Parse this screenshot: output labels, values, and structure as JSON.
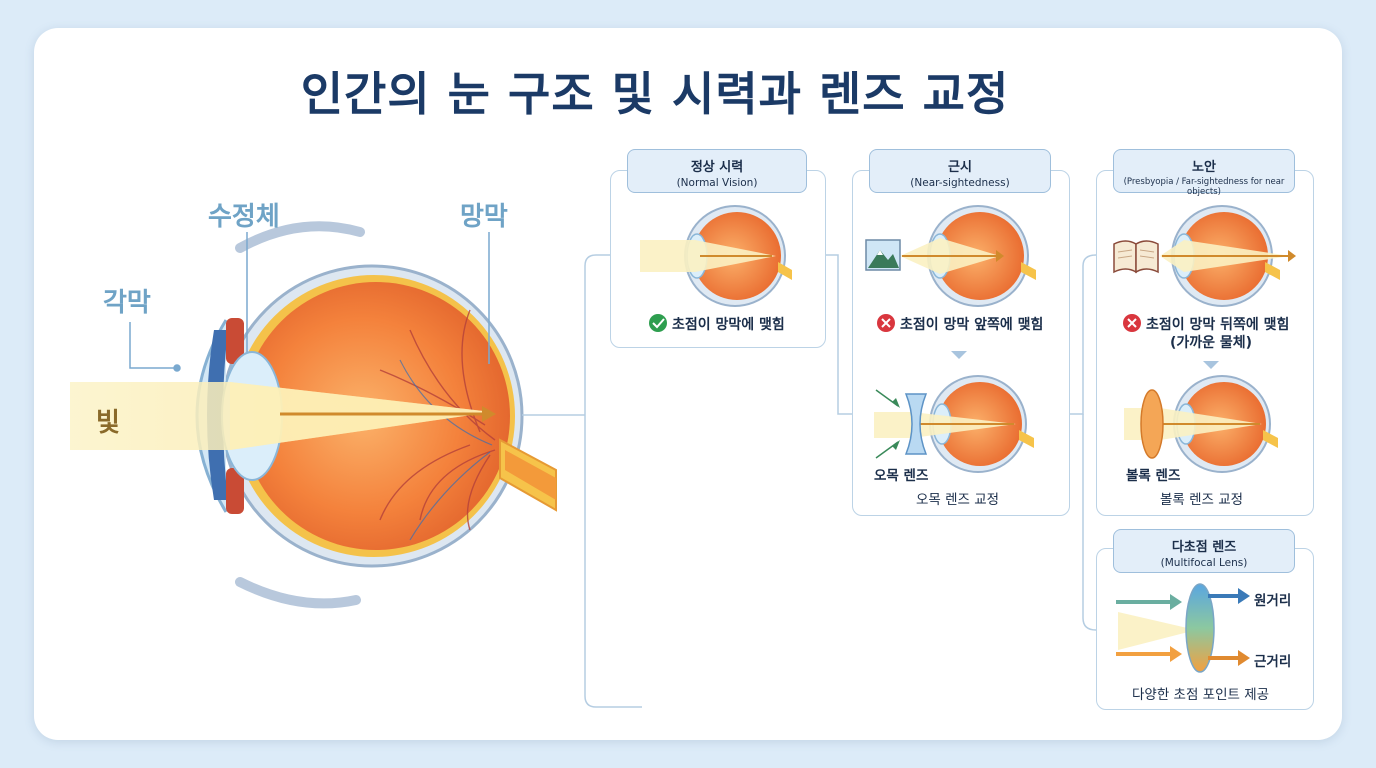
{
  "title": "인간의 눈 구조 및 시력과 렌즈 교정",
  "eye_labels": {
    "cornea": "각막",
    "lens": "수정체",
    "retina": "망막",
    "light": "빛"
  },
  "panels": {
    "normal": {
      "title": "정상 시력",
      "subtitle": "(Normal Vision)",
      "status": "초점이 망막에 맺힘"
    },
    "myopia": {
      "title": "근시",
      "subtitle": "(Near-sightedness)",
      "status": "초점이 망막 앞쪽에 맺힘",
      "lens_label": "오목 렌즈",
      "correction": "오목 렌즈 교정"
    },
    "presbyopia": {
      "title": "노안",
      "subtitle": "(Presbyopia / Far-sightedness for near objects)",
      "status": "초점이 망막 뒤쪽에 맺힘",
      "status2": "(가까운 물체)",
      "lens_label": "볼록 렌즈",
      "correction": "볼록 렌즈 교정"
    },
    "multifocal": {
      "title": "다초점 렌즈",
      "subtitle": "(Multifocal Lens)",
      "far": "원거리",
      "near": "근거리",
      "caption": "다양한 초점 포인트 제공"
    }
  },
  "colors": {
    "title": "#1b3a66",
    "label": "#6fa3c6",
    "eye_orange": "#f07a3a",
    "light_beam": "#fbf2c4",
    "check": "#2e9e4f",
    "cross": "#d9363e"
  },
  "icons": [
    "check-icon",
    "cross-icon",
    "mountain-picture-icon",
    "open-book-icon"
  ]
}
